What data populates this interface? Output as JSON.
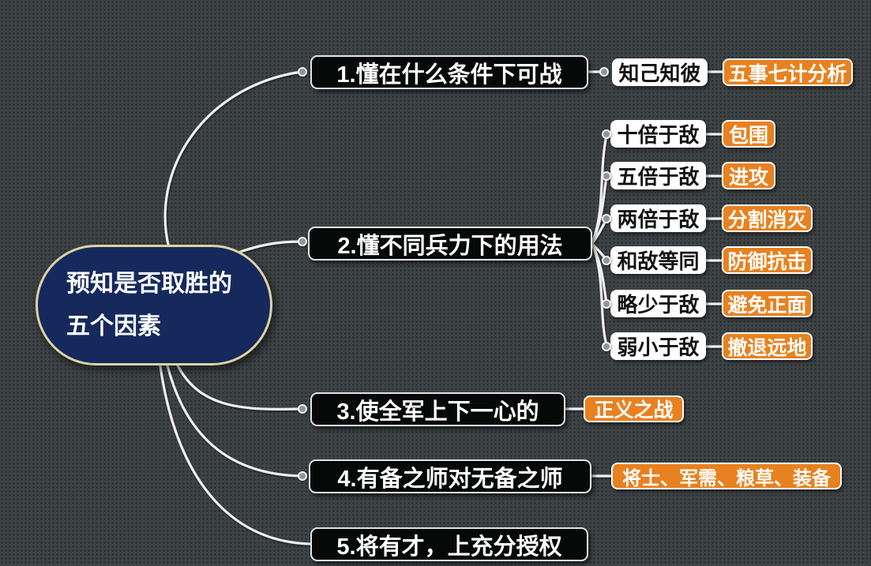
{
  "root": {
    "line1": "预知是否取胜的",
    "line2": "五个因素"
  },
  "branches": [
    {
      "label": "1.懂在什么条件下可战"
    },
    {
      "label": "2.懂不同兵力下的用法"
    },
    {
      "label": "3.使全军上下一心的"
    },
    {
      "label": "4.有备之师对无备之师"
    },
    {
      "label": "5.将有才，上充分授权"
    }
  ],
  "branch1_children": {
    "condition": "知己知彼",
    "method": "五事七计分析"
  },
  "branch2_children": [
    {
      "condition": "十倍于敌",
      "tactic": "包围"
    },
    {
      "condition": "五倍于敌",
      "tactic": "进攻"
    },
    {
      "condition": "两倍于敌",
      "tactic": "分割消灭"
    },
    {
      "condition": "和敌等同",
      "tactic": "防御抗击"
    },
    {
      "condition": "略少于敌",
      "tactic": "避免正面"
    },
    {
      "condition": "弱小于敌",
      "tactic": "撤退远地"
    }
  ],
  "branch3_children": {
    "label": "正义之战"
  },
  "branch4_children": {
    "label": "将士、军需、粮草、装备"
  },
  "colors": {
    "background": "#3e4346",
    "branch_node": "#070808",
    "condition_node": "#ffffff",
    "tactic_node": "#e8811f",
    "root_fill": "#16295d",
    "root_border": "#ddd3a2",
    "connector_line": "#f0f0f0"
  }
}
